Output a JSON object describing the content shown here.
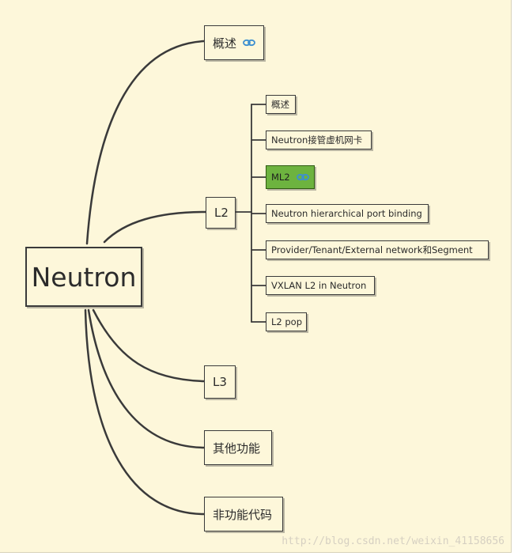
{
  "mindmap": {
    "root": {
      "label": "Neutron"
    },
    "main_topics": [
      {
        "label": "概述",
        "has_link": true
      },
      {
        "label": "L2",
        "has_link": false
      },
      {
        "label": "L3",
        "has_link": false
      },
      {
        "label": "其他功能",
        "has_link": false
      },
      {
        "label": "非功能代码",
        "has_link": false
      }
    ],
    "l2_subtopics": [
      {
        "label": "概述",
        "has_link": false,
        "highlight": false
      },
      {
        "label": "Neutron接管虚机网卡",
        "has_link": false,
        "highlight": false
      },
      {
        "label": "ML2",
        "has_link": true,
        "highlight": true
      },
      {
        "label": "Neutron hierarchical port binding",
        "has_link": false,
        "highlight": false
      },
      {
        "label": "Provider/Tenant/External network和Segment",
        "has_link": false,
        "highlight": false
      },
      {
        "label": "VXLAN L2 in Neutron",
        "has_link": false,
        "highlight": false
      },
      {
        "label": "L2 pop",
        "has_link": false,
        "highlight": false
      }
    ]
  },
  "icons": {
    "link": "link-icon"
  },
  "colors": {
    "background": "#fdf7da",
    "highlight": "#6db33f",
    "link_icon": "#3d8fd0",
    "line": "#3a3a3a"
  },
  "watermark": "http://blog.csdn.net/weixin_41158656"
}
